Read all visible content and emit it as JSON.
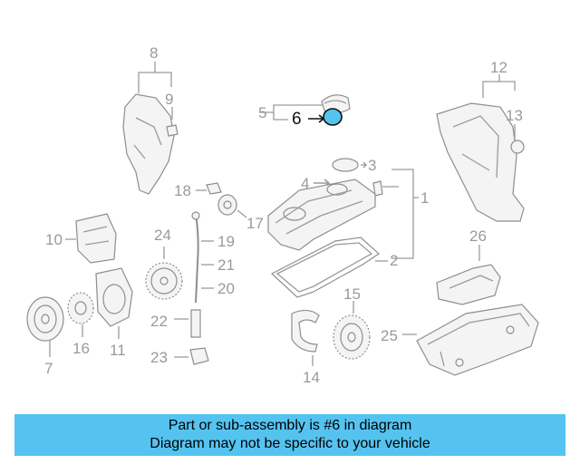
{
  "callouts": {
    "c1": "1",
    "c2": "2",
    "c3": "3",
    "c4": "4",
    "c5": "5",
    "c6": "6",
    "c7": "7",
    "c8": "8",
    "c9": "9",
    "c10": "10",
    "c11": "11",
    "c12": "12",
    "c13": "13",
    "c14": "14",
    "c15": "15",
    "c16": "16",
    "c17": "17",
    "c18": "18",
    "c19": "19",
    "c20": "20",
    "c21": "21",
    "c22": "22",
    "c23": "23",
    "c24": "24",
    "c25": "25",
    "c26": "26"
  },
  "highlight": {
    "part_number": "6",
    "color": "#55c3f0"
  },
  "banner": {
    "line1": "Part or sub-assembly is #6 in diagram",
    "line2": "Diagram may not be specific to your vehicle",
    "color": "#55c3f0"
  }
}
